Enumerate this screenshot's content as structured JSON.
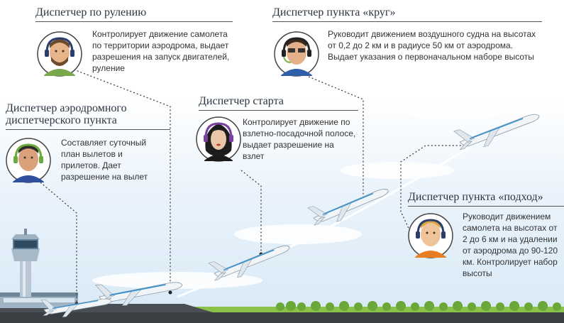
{
  "controllers": {
    "taxi": {
      "title": "Диспетчер по рулению",
      "description": "Контролирует  движение самолета по территории аэродрома, выдает разрешения на запуск двигателей, руление"
    },
    "circle": {
      "title": "Диспетчер пункта «круг»",
      "description": "Руководит движением воздушного судна на высотах от 0,2 до 2 км и в радиусе 50 км от аэродрома. Выдает указания о первоначальном наборе высоты"
    },
    "tower": {
      "title": "Диспетчер аэродромного диспетчерского пункта",
      "description": "Составляет суточный план вылетов и прилетов. Дает разрешение на вылет"
    },
    "start": {
      "title": "Диспетчер старта",
      "description": "Контролирует движение по взлетно-посадочной полосе, выдает разрешение на взлет"
    },
    "approach": {
      "title": "Диспетчер пункта «подход»",
      "description": "Руководит движением самолета на высотах от 2 до 6 км и на удалении от аэродрома до 90-120 км. Контролирует набор высоты"
    }
  },
  "colors": {
    "sky": "#d7e9f6",
    "runway": "#3b3f44",
    "grass": "#7cb342",
    "dotted_line": "#333333",
    "title_text": "#2c3440"
  },
  "icons": [
    "control-tower",
    "airplane",
    "dispatcher-avatar"
  ]
}
